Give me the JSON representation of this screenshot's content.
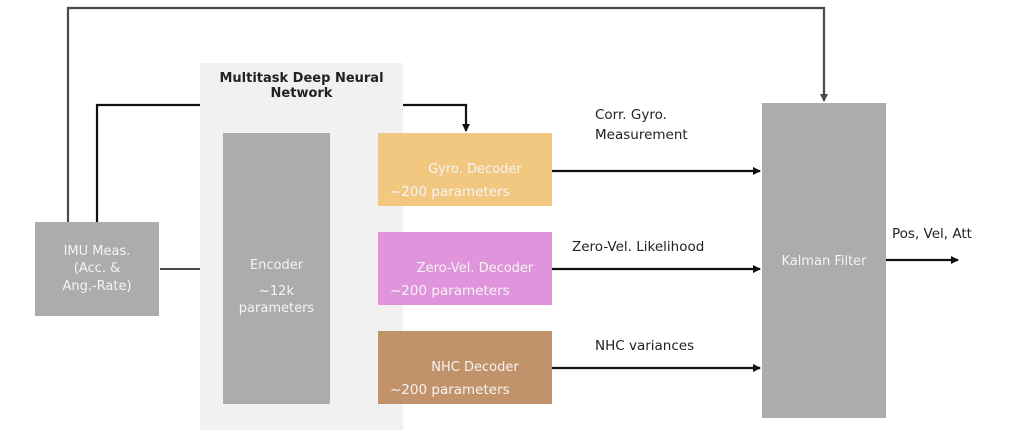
{
  "panel": {
    "title": "Multitask Deep Neural Network"
  },
  "imu": {
    "lines": [
      "IMU Meas.",
      "(Acc. &",
      "Ang.-Rate)"
    ]
  },
  "encoder": {
    "name": "Encoder",
    "params": [
      "~12k",
      "parameters"
    ]
  },
  "decoders": [
    {
      "name": "Gyro. Decoder",
      "params": "~200 parameters",
      "color": "#f2c77f"
    },
    {
      "name": "Zero-Vel. Decoder",
      "params": "~200 parameters",
      "color": "#e094dc"
    },
    {
      "name": "NHC Decoder",
      "params": "~200 parameters",
      "color": "#c2926a"
    }
  ],
  "kalman": {
    "name": "Kalman Filter"
  },
  "edge_labels": {
    "gyro_out": [
      "Corr. Gyro.",
      "Measurement"
    ],
    "zerovel_out": "Zero-Vel. Likelihood",
    "nhc_out": "NHC variances",
    "kalman_out": "Pos, Vel, Att"
  },
  "colors": {
    "block_gray": "#acacac",
    "panel_bg": "#f1f1f1",
    "wire": "#111111",
    "feedback_wire": "#4a4a4a"
  }
}
